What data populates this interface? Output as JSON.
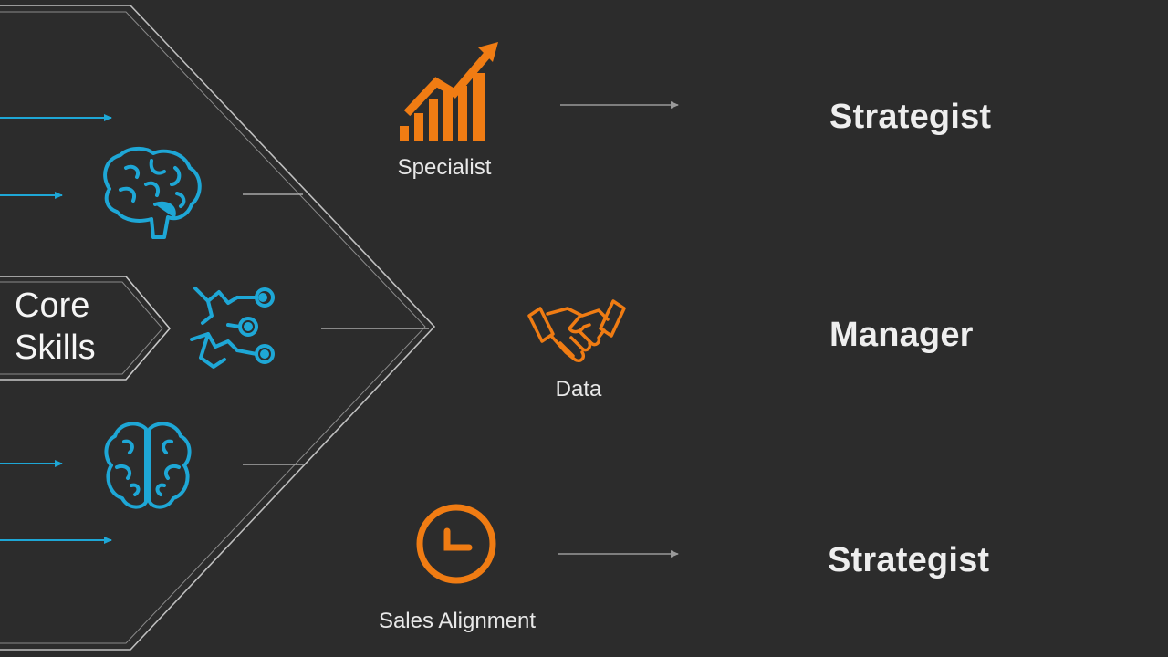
{
  "core": {
    "line1": "Core",
    "line2": "Skills"
  },
  "captions": {
    "top": "Specialist",
    "middle": "Data",
    "bottom": "Sales Alignment"
  },
  "roles": {
    "top": "Strategist",
    "middle": "Manager",
    "bottom": "Strategist"
  },
  "colors": {
    "background": "#2c2c2c",
    "blue_accent": "#1ea7d6",
    "orange_accent": "#f07c13",
    "outline": "#bdbdbd",
    "text": "#f2f2f2"
  },
  "icons": [
    "brain-icon",
    "network-nodes-icon",
    "brain-icon",
    "growth-chart-icon",
    "handshake-icon",
    "clock-icon"
  ]
}
